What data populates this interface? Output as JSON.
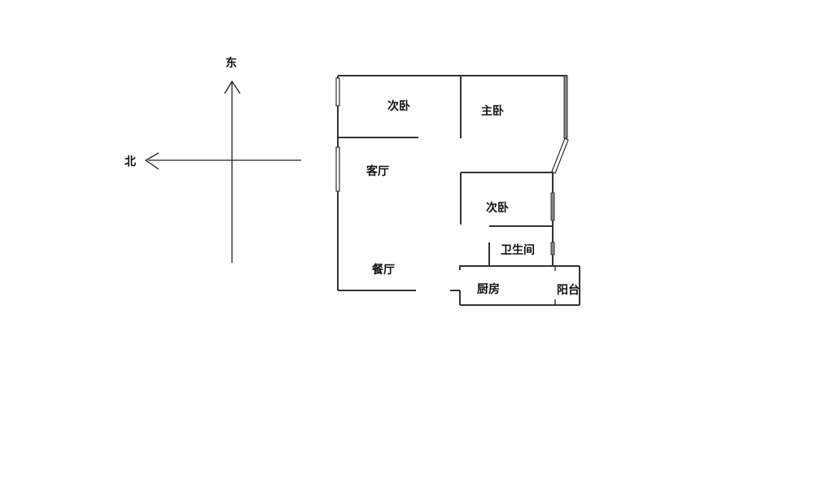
{
  "compass": {
    "east": "东",
    "north": "北"
  },
  "rooms": {
    "secondary_bedroom_1": "次卧",
    "master_bedroom": "主卧",
    "living_room": "客厅",
    "secondary_bedroom_2": "次卧",
    "bathroom": "卫生间",
    "dining_room": "餐厅",
    "kitchen": "厨房",
    "balcony": "阳台"
  }
}
